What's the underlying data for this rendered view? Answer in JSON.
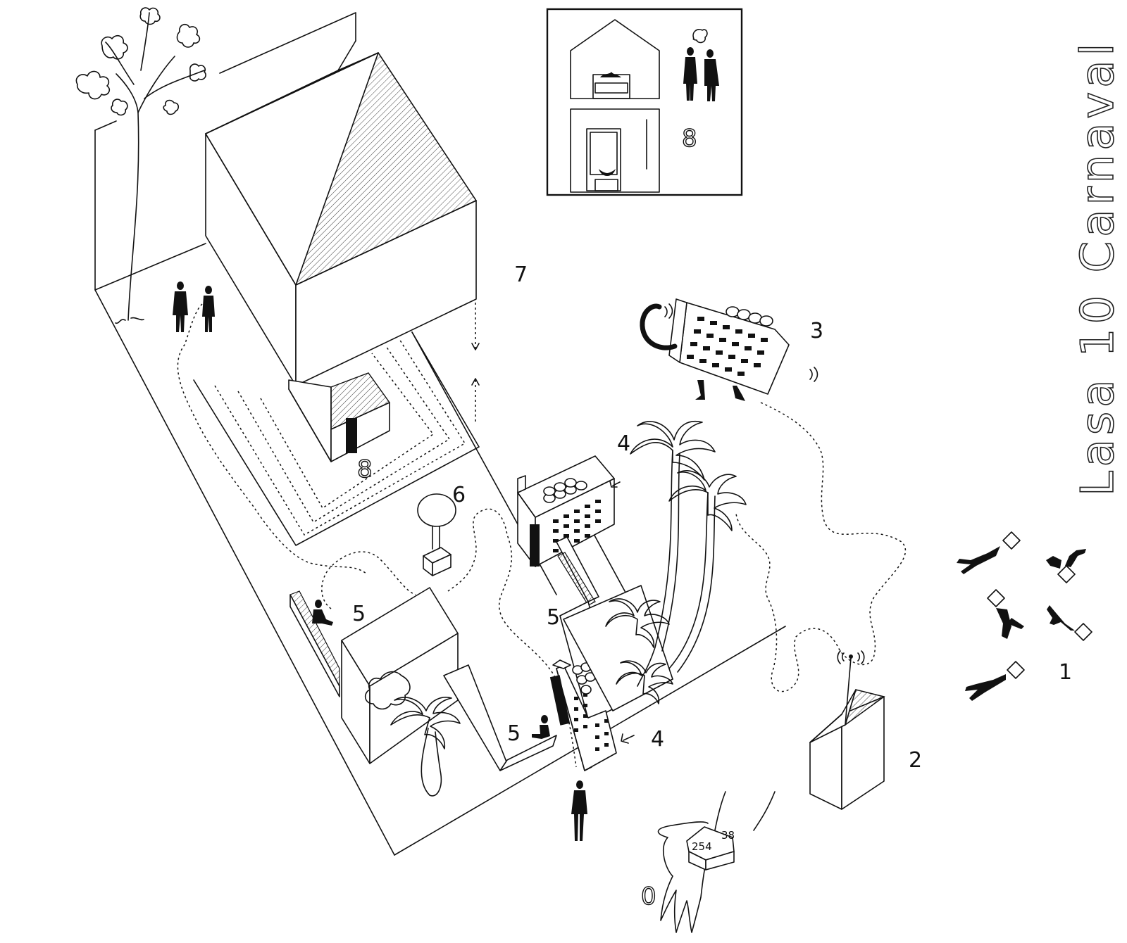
{
  "title": "Lasa 10 Carnaval",
  "labels": {
    "n0": "0",
    "n1": "1",
    "n2": "2",
    "n3": "3",
    "n4a": "4",
    "n4b": "4",
    "n5a": "5",
    "n5b": "5",
    "n5c": "5",
    "n6": "6",
    "n7": "7",
    "n8a": "8",
    "n8b": "8"
  },
  "tag": {
    "number": "254",
    "small": "38"
  }
}
